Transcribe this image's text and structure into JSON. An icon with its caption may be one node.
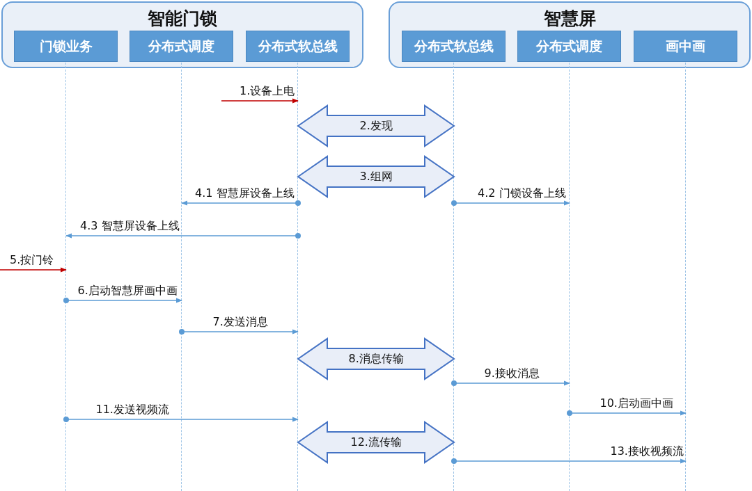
{
  "diagram": {
    "nodes": [
      {
        "text": [
          "智能门锁"
        ]
      },
      {
        "text": [
          "门锁业务"
        ],
        "in": 0
      },
      {
        "text": [
          "分布式调度"
        ],
        "in": 0
      },
      {
        "text": [
          "分布式软总线"
        ],
        "in": 0
      },
      {
        "text": [
          "智慧屏"
        ]
      },
      {
        "text": [
          "分布式软总线"
        ],
        "in": 4
      },
      {
        "text": [
          "分布式调度"
        ],
        "in": 4
      },
      {
        "text": [
          "画中画"
        ],
        "in": 4
      },
      {
        "text": [],
        "shape": "line"
      },
      {
        "text": [],
        "shape": "line"
      },
      {
        "text": [],
        "shape": "line"
      },
      {
        "text": [],
        "shape": "line"
      },
      {
        "text": [],
        "shape": "line"
      },
      {
        "text": [],
        "shape": "line"
      }
    ],
    "edges": [
      {
        "from": null,
        "to": 10,
        "arrow": "to",
        "label": "1.设备上电",
        "color": "#c00000"
      },
      {
        "from": 10,
        "to": 11,
        "arrow": "both",
        "label": "2.发现",
        "style": "thick"
      },
      {
        "from": 10,
        "to": 11,
        "arrow": "both",
        "label": "3.组网",
        "style": "thick"
      },
      {
        "from": 10,
        "to": 9,
        "arrow": "to",
        "label": "4.1 智慧屏设备上线"
      },
      {
        "from": 11,
        "to": 12,
        "arrow": "to",
        "label": "4.2 门锁设备上线"
      },
      {
        "from": 10,
        "to": 8,
        "arrow": "to",
        "label": "4.3 智慧屏设备上线"
      },
      {
        "from": null,
        "to": 8,
        "arrow": "to",
        "label": "5.按门铃",
        "color": "#c00000"
      },
      {
        "from": 8,
        "to": 9,
        "arrow": "to",
        "label": "6.启动智慧屏画中画"
      },
      {
        "from": 9,
        "to": 10,
        "arrow": "to",
        "label": "7.发送消息"
      },
      {
        "from": 10,
        "to": 11,
        "arrow": "both",
        "label": "8.消息传输",
        "style": "thick"
      },
      {
        "from": 11,
        "to": 12,
        "arrow": "to",
        "label": "9.接收消息"
      },
      {
        "from": 12,
        "to": 13,
        "arrow": "to",
        "label": "10.启动画中画"
      },
      {
        "from": 8,
        "to": 10,
        "arrow": "to",
        "label": "11.发送视频流"
      },
      {
        "from": 10,
        "to": 11,
        "arrow": "both",
        "label": "12.流传输",
        "style": "thick"
      },
      {
        "from": 11,
        "to": 13,
        "arrow": "to",
        "label": "13.接收视频流"
      }
    ]
  }
}
